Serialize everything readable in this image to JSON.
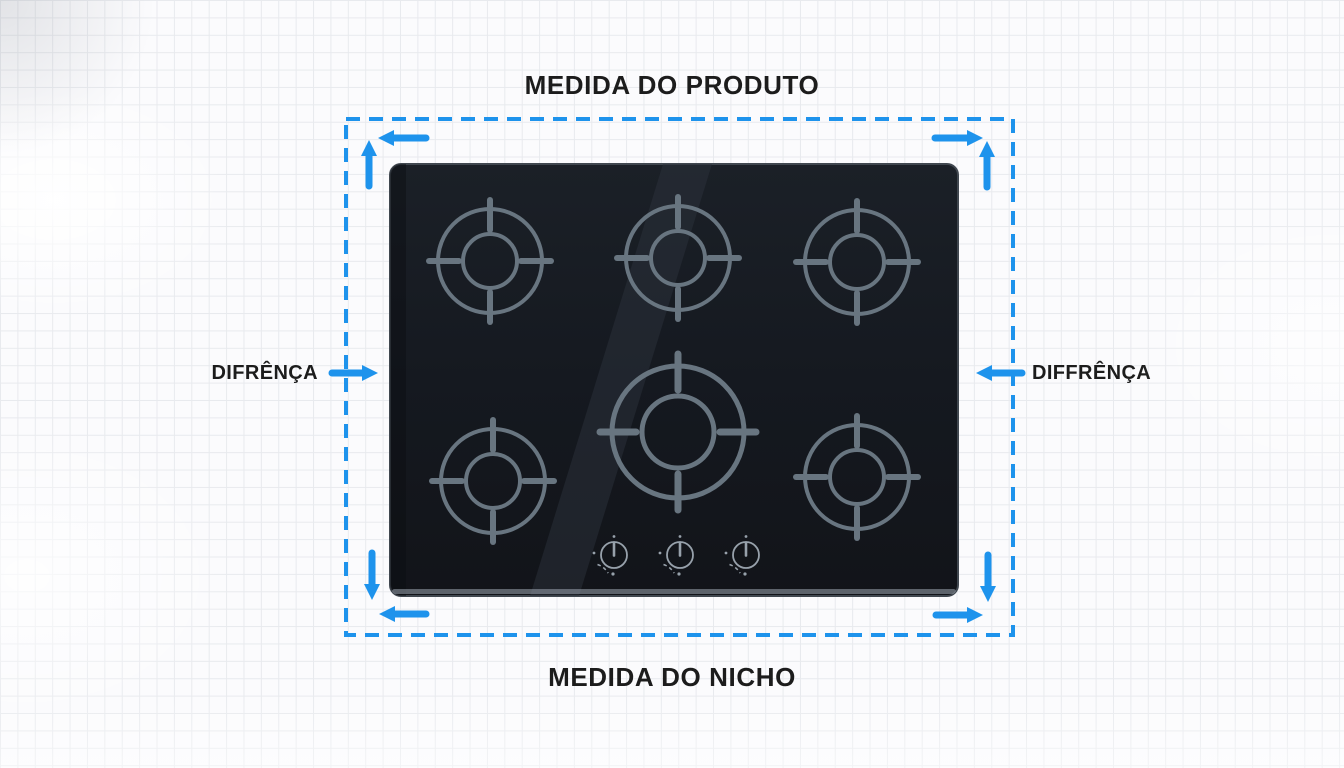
{
  "titles": {
    "product": "MEDIDA DO PRODUTO",
    "niche": "MEDIDA DO NICHO"
  },
  "labels": {
    "left_difference": "DIFRÊNÇA",
    "right_difference": "DIFFRÊNÇA"
  },
  "colors": {
    "accent_blue": "#1e93ec",
    "panel_black": "#14181e",
    "burner_ring_gray": "#687580",
    "knob_detail_gray": "#97a1ab",
    "text": "#1c1c1c",
    "grid_line": "#e8eaee",
    "canvas": "#fbfbfd"
  },
  "cooktop": {
    "burner_count": 6,
    "small_burners": 5,
    "large_center_burners": 1,
    "control_knobs": 3
  }
}
